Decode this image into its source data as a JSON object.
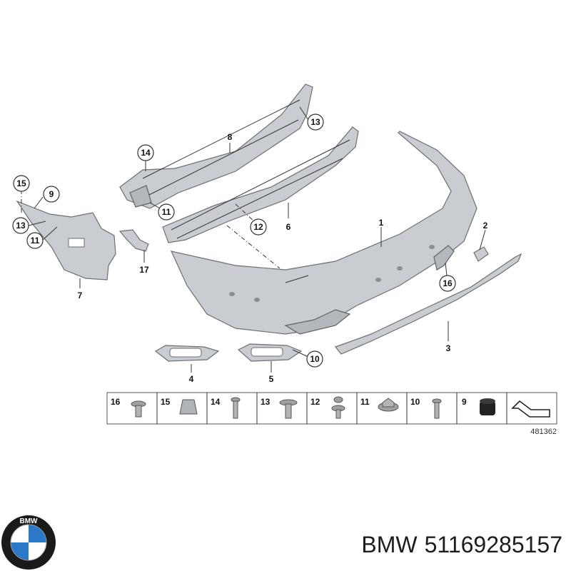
{
  "diagram": {
    "callouts": [
      "1",
      "2",
      "3",
      "4",
      "5",
      "6",
      "7",
      "8",
      "9",
      "10",
      "11",
      "12",
      "13",
      "14",
      "15",
      "16",
      "17"
    ],
    "legend_items": [
      {
        "number": "16",
        "icon": "push-rivet-icon"
      },
      {
        "number": "15",
        "icon": "clip-nut-icon"
      },
      {
        "number": "14",
        "icon": "screw-icon"
      },
      {
        "number": "13",
        "icon": "flange-screw-icon"
      },
      {
        "number": "12",
        "icon": "expansion-rivet-icon"
      },
      {
        "number": "11",
        "icon": "hex-nut-icon"
      },
      {
        "number": "10",
        "icon": "self-tapping-screw-icon"
      },
      {
        "number": "9",
        "icon": "rubber-buffer-icon"
      }
    ],
    "reference_number": "481362"
  },
  "brand": {
    "name": "BMW",
    "part_number": "51169285157",
    "logo_letters": "BMW",
    "logo_colors": {
      "ring": "#1a1a1a",
      "blue": "#2a78c8",
      "white": "#ffffff"
    }
  }
}
